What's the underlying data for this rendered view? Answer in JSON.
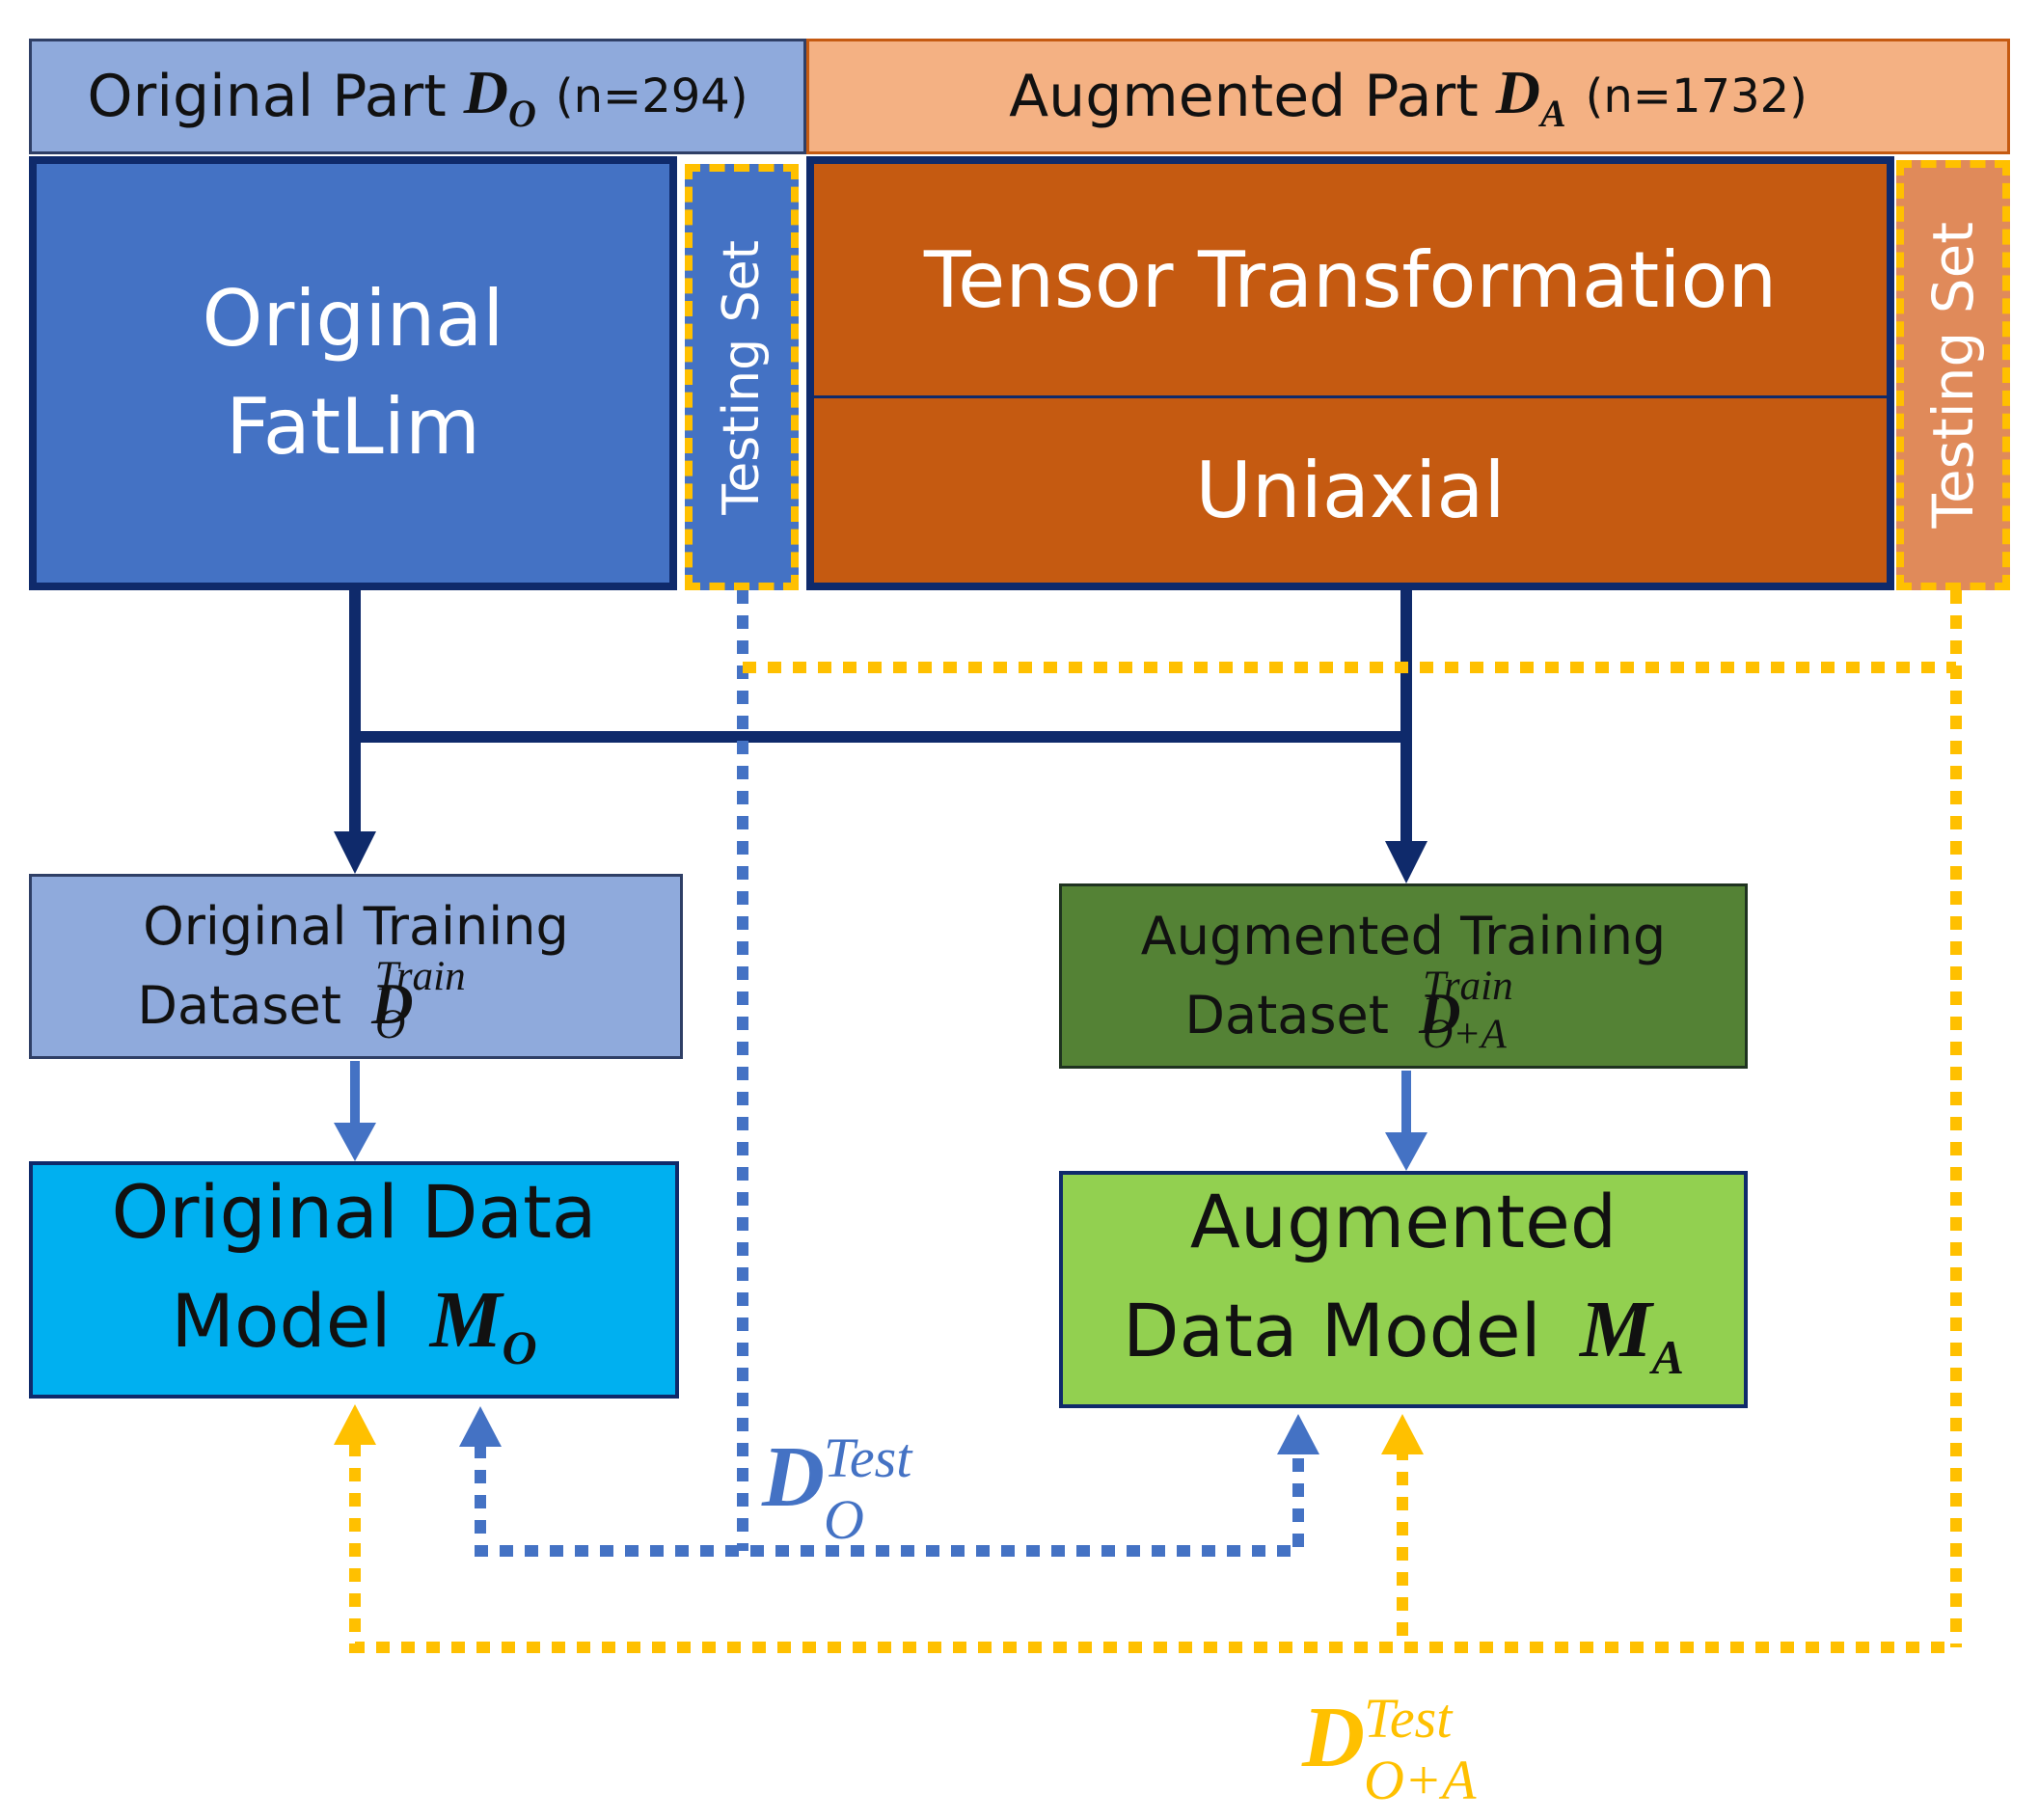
{
  "header": {
    "original_label": "Original Part",
    "original_symbol": "D",
    "original_sub": "O",
    "original_count": "(n=294)",
    "augmented_label": "Augmented Part",
    "augmented_symbol": "D",
    "augmented_sub": "A",
    "augmented_count": "(n=1732)"
  },
  "blocks": {
    "original_line1": "Original",
    "original_line2": "FatLim",
    "testing_set_left": "Testing Set",
    "tensor": "Tensor Transformation",
    "uniaxial": "Uniaxial",
    "testing_set_right": "Testing Set"
  },
  "training": {
    "original_line1": "Original Training",
    "original_line2": "Dataset",
    "original_symbol": "D",
    "original_sup": "Train",
    "original_sub": "O",
    "augmented_line1": "Augmented Training",
    "augmented_line2": "Dataset",
    "augmented_symbol": "D",
    "augmented_sup": "Train",
    "augmented_sub": "O+A"
  },
  "models": {
    "original_line1": "Original Data",
    "original_line2": "Model",
    "original_symbol": "M",
    "original_sub": "O",
    "augmented_line1": "Augmented",
    "augmented_line2": "Data Model",
    "augmented_symbol": "M",
    "augmented_sub": "A"
  },
  "test_labels": {
    "original_symbol": "D",
    "original_sup": "Test",
    "original_sub": "O",
    "combined_symbol": "D",
    "combined_sup": "Test",
    "combined_sub": "O+A"
  },
  "colors": {
    "light_blue": "#8faadc",
    "dark_blue": "#4472c4",
    "navy": "#0f2a6b",
    "light_orange": "#f4b183",
    "dark_orange": "#c55a11",
    "mid_orange": "#e08a5a",
    "dashed_blue": "#4472c4",
    "dashed_yellow": "#ffc000",
    "dark_green": "#548235",
    "light_green": "#92d050",
    "cyan": "#00b0f0"
  }
}
